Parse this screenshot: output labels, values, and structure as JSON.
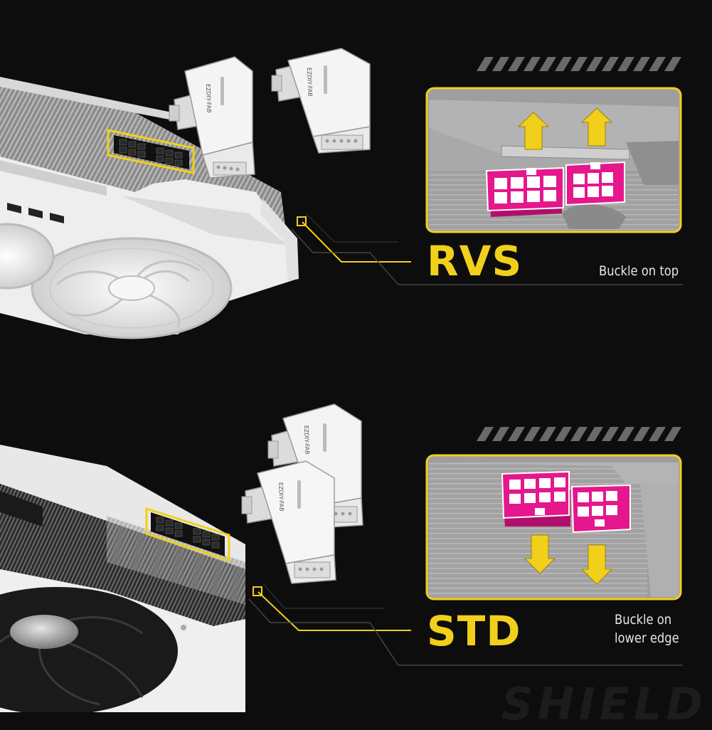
{
  "top_variant": {
    "name": "RVS",
    "caption": "Buckle on top",
    "adapter_text": "EZDIY-FAB"
  },
  "bottom_variant": {
    "name": "STD",
    "caption_lines": [
      "Buckle on",
      "lower edge"
    ],
    "adapter_text": "EZDIY-FAB"
  },
  "watermark": "SHIELD",
  "colors": {
    "background": "#0d0d0d",
    "accent_yellow": "#f2cf1b",
    "connector_pink": "#e5178c",
    "card_white": "#f0f0f0",
    "inset_gray": "#9c9c9c"
  },
  "icons": {
    "arrow_up": "arrow-up-icon",
    "arrow_down": "arrow-down-icon",
    "callout_marker": "callout-square-icon"
  }
}
